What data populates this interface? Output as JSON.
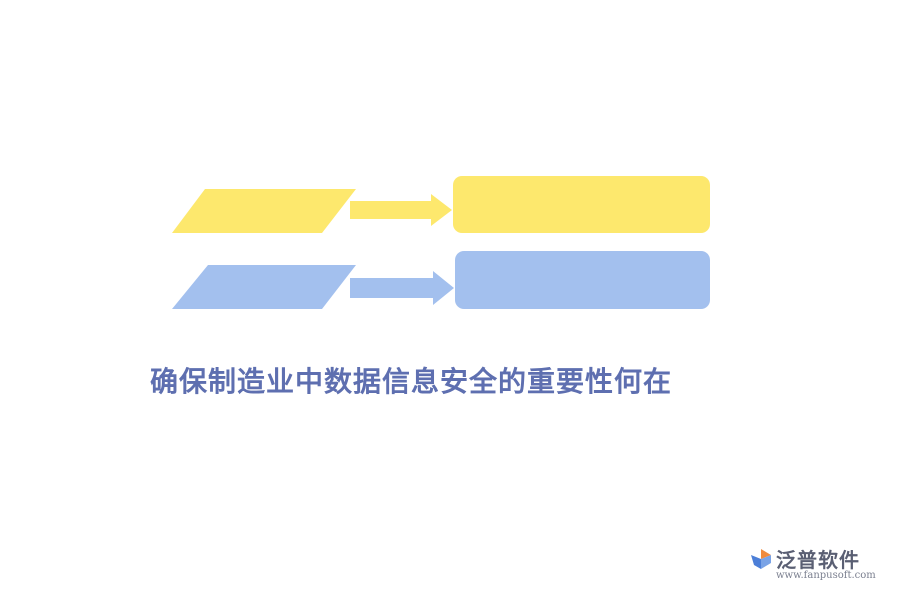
{
  "title": "确保制造业中数据信息安全的重要性何在",
  "brand": {
    "name": "泛普软件",
    "url": "www.fanpusoft.com",
    "logo_icon": "fanpu-logo-icon"
  },
  "colors": {
    "yellow": "#fde86d",
    "blue": "#a3c0ee",
    "title": "#5e6fb0",
    "logo_orange": "#f08a3c",
    "logo_blue": "#4c7fd8"
  }
}
